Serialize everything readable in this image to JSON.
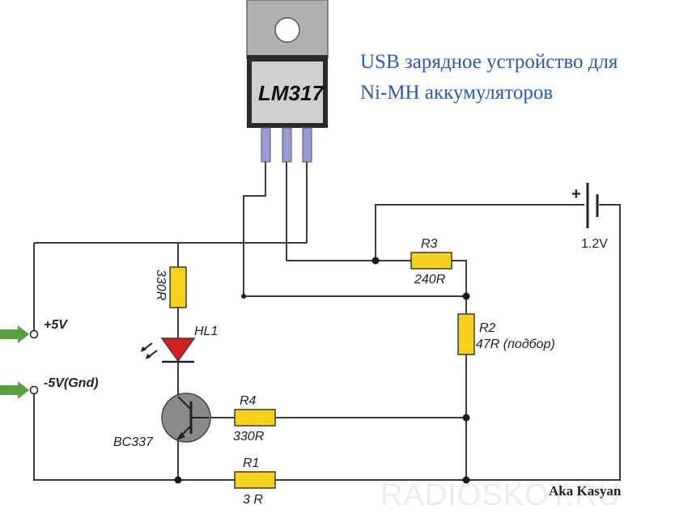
{
  "title": {
    "line1": "USB зарядное устройство для",
    "line2": "Ni-MH аккумуляторов"
  },
  "regulator": {
    "label": "LM317"
  },
  "battery": {
    "plus": "+",
    "voltage": "1.2V"
  },
  "inputs": {
    "positive": "+5V",
    "negative": "-5V(Gnd)"
  },
  "components": {
    "r3": {
      "name": "R3",
      "value": "240R"
    },
    "r2": {
      "name": "R2",
      "value": "47R (подбор)"
    },
    "r4": {
      "name": "R4",
      "value": "330R"
    },
    "r1": {
      "name": "R1",
      "value": "3 R"
    },
    "r_led": {
      "value": "330R"
    },
    "led": {
      "name": "HL1"
    },
    "transistor": {
      "name": "BC337"
    }
  },
  "signature": "Aka Kasyan",
  "watermark": "RADIOSKOT.RU",
  "colors": {
    "title": "#2d5aa8",
    "resistor": "#f5d21c",
    "led": "#d42020",
    "transistor": "#8a8a8a",
    "input_arrow": "#5aa040",
    "regulator_body": "#2a2a2a",
    "regulator_tab": "#b0b0b0",
    "pins": "#9a9ad8"
  }
}
